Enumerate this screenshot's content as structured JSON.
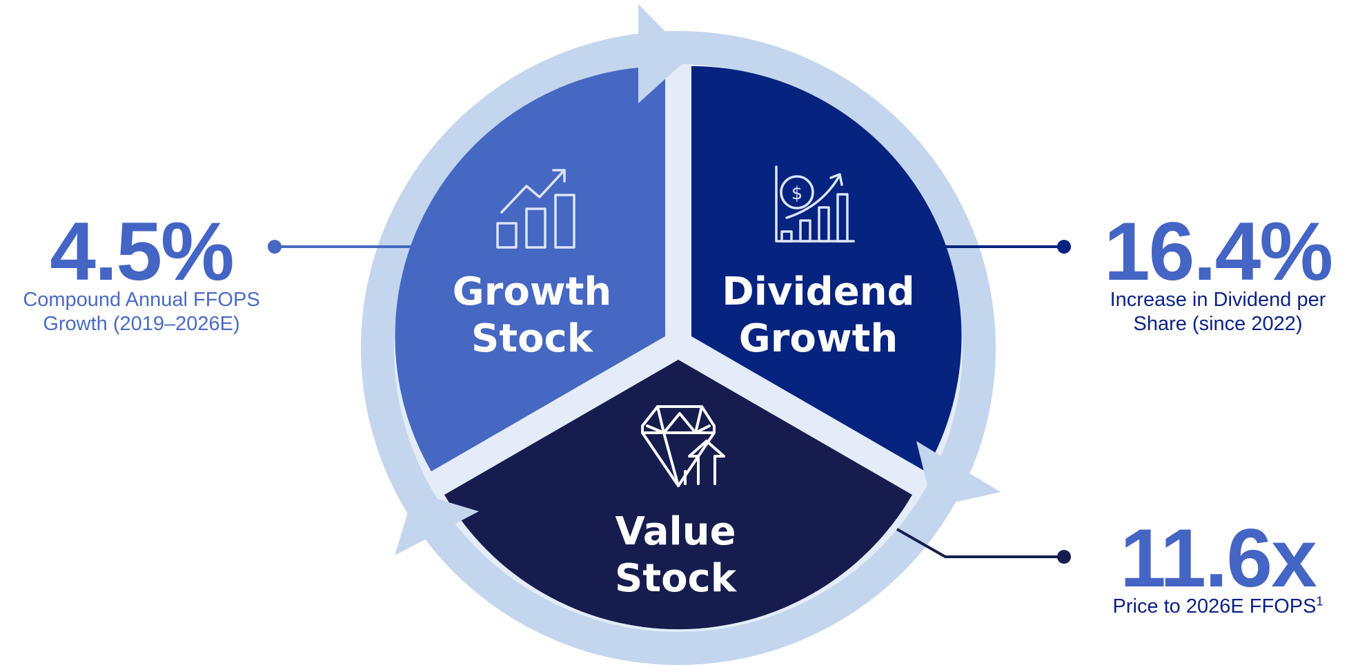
{
  "segments": {
    "growth": {
      "line1": "Growth",
      "line2": "Stock",
      "icon": "growth-chart-icon"
    },
    "dividend": {
      "line1": "Dividend",
      "line2": "Growth",
      "icon": "dividend-chart-icon"
    },
    "value": {
      "line1": "Value",
      "line2": "Stock",
      "icon": "diamond-icon"
    }
  },
  "stats": {
    "left": {
      "value": "4.5%",
      "line1": "Compound Annual FFOPS",
      "line2": "Growth (2019–2026E)"
    },
    "right": {
      "value": "16.4%",
      "line1": "Increase in Dividend per",
      "line2": "Share (since 2022)"
    },
    "bottom": {
      "value": "11.6x",
      "line1": "Price to 2026E FFOPS",
      "superscript": "1"
    }
  },
  "colors": {
    "ring": "#c3d6ee",
    "growth": "#4668c2",
    "dividend": "#06237f",
    "value": "#161d4e",
    "gap": "#e3ecf8",
    "stat_value": "#4465c4"
  }
}
